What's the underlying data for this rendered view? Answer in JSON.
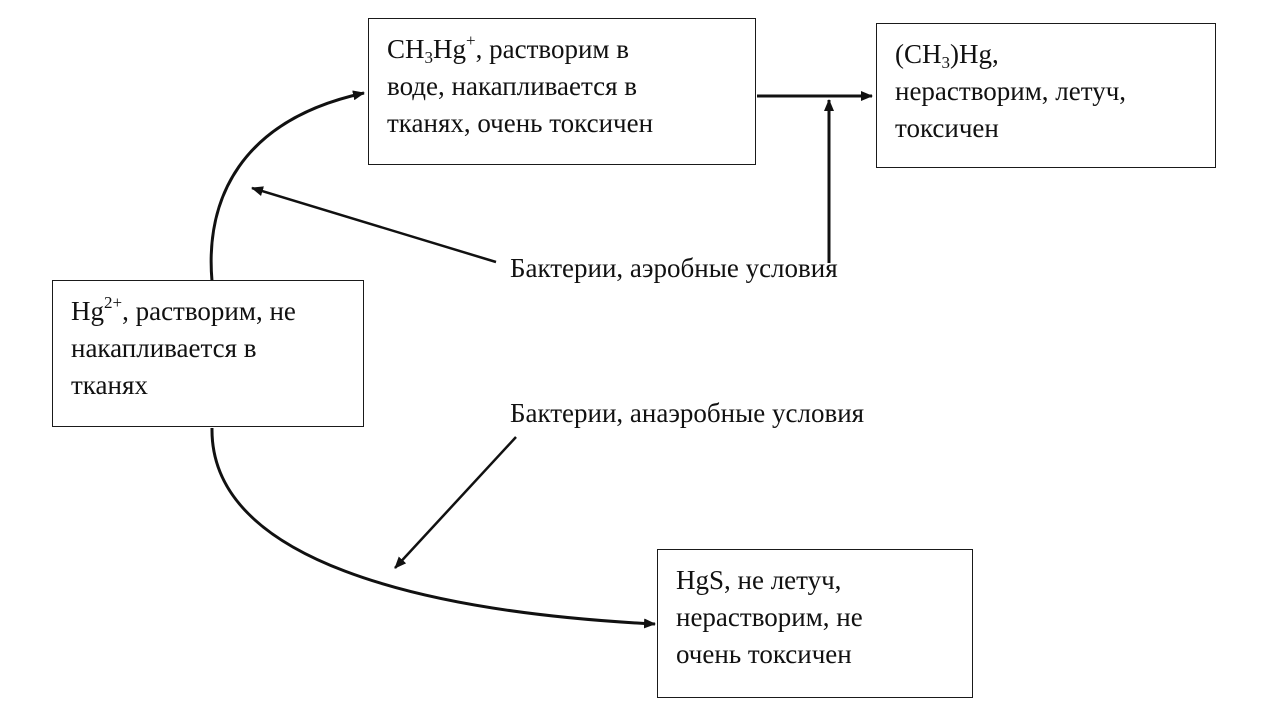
{
  "nodes": {
    "ch3hg": {
      "formula_main": "CH",
      "formula_sub": "3",
      "formula_mid": "Hg",
      "formula_sup": "+",
      "line1_rest": ", растворим в",
      "line2": "воде, накапливается в",
      "line3": "тканях, очень токсичен"
    },
    "dimethyl": {
      "formula_pre": "(CH",
      "formula_sub": "3",
      "formula_post": ")Hg,",
      "line2": "нерастворим, летуч,",
      "line3": "токсичен"
    },
    "hg2": {
      "formula_main": "Hg",
      "formula_sup": "2+",
      "line1_rest": ", растворим, не",
      "line2": "накапливается в",
      "line3": "тканях"
    },
    "hgs": {
      "line1": "HgS, не летуч,",
      "line2": "нерастворим, не",
      "line3": "очень токсичен"
    }
  },
  "labels": {
    "aerobic": "Бактерии, аэробные условия",
    "anaerobic": "Бактерии, анаэробные условия"
  },
  "colors": {
    "line": "#111111",
    "border": "#1a1a1a",
    "background": "#ffffff"
  }
}
